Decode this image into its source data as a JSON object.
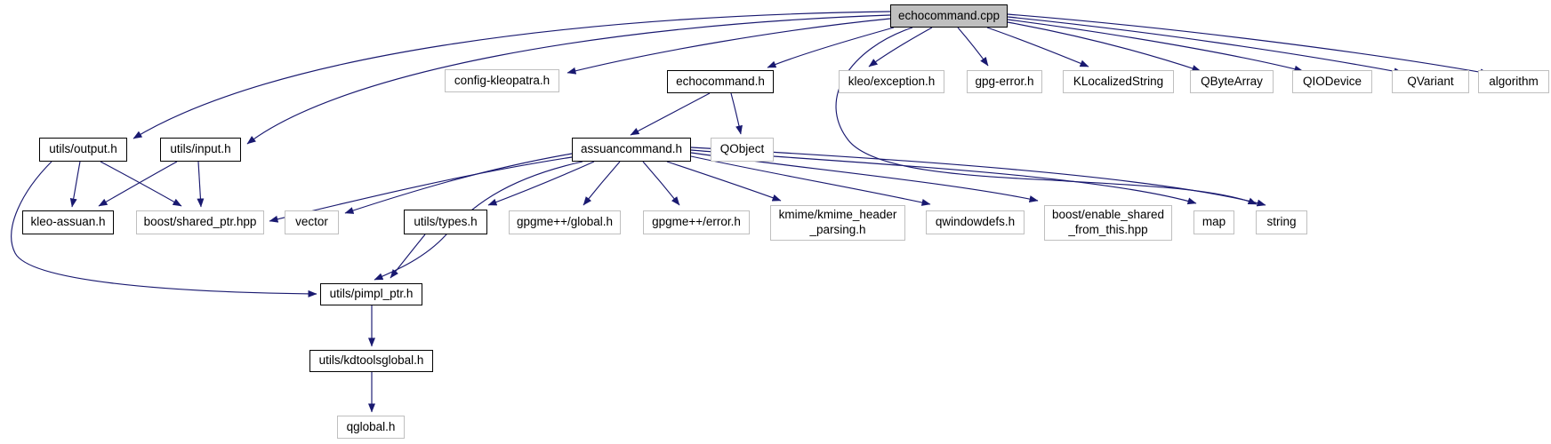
{
  "graph": {
    "kind": "include-dependency-graph",
    "root_file": "echocommand.cpp",
    "colors": {
      "edge": "#191970",
      "documented_border": "#000000",
      "external_border": "#bfbfbf",
      "root_fill": "#bfbfbf",
      "node_fill": "#ffffff",
      "background": "#ffffff"
    }
  },
  "nodes": [
    {
      "id": "echocommand-cpp",
      "label": "echocommand.cpp",
      "type": "root"
    },
    {
      "id": "config-kleopatra-h",
      "label": "config-kleopatra.h",
      "type": "external"
    },
    {
      "id": "echocommand-h",
      "label": "echocommand.h",
      "type": "documented"
    },
    {
      "id": "kleo-exception-h",
      "label": "kleo/exception.h",
      "type": "external"
    },
    {
      "id": "gpg-error-h",
      "label": "gpg-error.h",
      "type": "external"
    },
    {
      "id": "klocalizedstring",
      "label": "KLocalizedString",
      "type": "external"
    },
    {
      "id": "qbytearray",
      "label": "QByteArray",
      "type": "external"
    },
    {
      "id": "qiodevice",
      "label": "QIODevice",
      "type": "external"
    },
    {
      "id": "qvariant",
      "label": "QVariant",
      "type": "external"
    },
    {
      "id": "algorithm",
      "label": "algorithm",
      "type": "external"
    },
    {
      "id": "utils-output-h",
      "label": "utils/output.h",
      "type": "documented"
    },
    {
      "id": "utils-input-h",
      "label": "utils/input.h",
      "type": "documented"
    },
    {
      "id": "assuancommand-h",
      "label": "assuancommand.h",
      "type": "documented"
    },
    {
      "id": "qobject",
      "label": "QObject",
      "type": "external"
    },
    {
      "id": "kleo-assuan-h",
      "label": "kleo-assuan.h",
      "type": "documented"
    },
    {
      "id": "boost-shared-ptr-hpp",
      "label": "boost/shared_ptr.hpp",
      "type": "external"
    },
    {
      "id": "vector",
      "label": "vector",
      "type": "external"
    },
    {
      "id": "utils-types-h",
      "label": "utils/types.h",
      "type": "documented"
    },
    {
      "id": "gpgme-global-h",
      "label": "gpgme++/global.h",
      "type": "external"
    },
    {
      "id": "gpgme-error-h",
      "label": "gpgme++/error.h",
      "type": "external"
    },
    {
      "id": "kmime-header-parsing-h",
      "label": "kmime/kmime_header\n_parsing.h",
      "type": "external"
    },
    {
      "id": "qwindowdefs-h",
      "label": "qwindowdefs.h",
      "type": "external"
    },
    {
      "id": "boost-enable-shared-from-this-hpp",
      "label": "boost/enable_shared\n_from_this.hpp",
      "type": "external"
    },
    {
      "id": "map",
      "label": "map",
      "type": "external"
    },
    {
      "id": "string",
      "label": "string",
      "type": "external"
    },
    {
      "id": "utils-pimpl-ptr-h",
      "label": "utils/pimpl_ptr.h",
      "type": "documented"
    },
    {
      "id": "utils-kdtoolsglobal-h",
      "label": "utils/kdtoolsglobal.h",
      "type": "documented"
    },
    {
      "id": "qglobal-h",
      "label": "qglobal.h",
      "type": "external"
    }
  ],
  "edges": [
    {
      "from": "echocommand-cpp",
      "to": "config-kleopatra-h"
    },
    {
      "from": "echocommand-cpp",
      "to": "echocommand-h"
    },
    {
      "from": "echocommand-cpp",
      "to": "kleo-exception-h"
    },
    {
      "from": "echocommand-cpp",
      "to": "gpg-error-h"
    },
    {
      "from": "echocommand-cpp",
      "to": "klocalizedstring"
    },
    {
      "from": "echocommand-cpp",
      "to": "qbytearray"
    },
    {
      "from": "echocommand-cpp",
      "to": "qiodevice"
    },
    {
      "from": "echocommand-cpp",
      "to": "qvariant"
    },
    {
      "from": "echocommand-cpp",
      "to": "algorithm"
    },
    {
      "from": "echocommand-cpp",
      "to": "utils-input-h"
    },
    {
      "from": "echocommand-cpp",
      "to": "utils-output-h"
    },
    {
      "from": "echocommand-cpp",
      "to": "string"
    },
    {
      "from": "echocommand-h",
      "to": "assuancommand-h"
    },
    {
      "from": "echocommand-h",
      "to": "qobject"
    },
    {
      "from": "utils-output-h",
      "to": "kleo-assuan-h"
    },
    {
      "from": "utils-output-h",
      "to": "boost-shared-ptr-hpp"
    },
    {
      "from": "utils-output-h",
      "to": "utils-pimpl-ptr-h"
    },
    {
      "from": "utils-input-h",
      "to": "kleo-assuan-h"
    },
    {
      "from": "utils-input-h",
      "to": "boost-shared-ptr-hpp"
    },
    {
      "from": "assuancommand-h",
      "to": "boost-shared-ptr-hpp"
    },
    {
      "from": "assuancommand-h",
      "to": "vector"
    },
    {
      "from": "assuancommand-h",
      "to": "utils-pimpl-ptr-h"
    },
    {
      "from": "assuancommand-h",
      "to": "utils-types-h"
    },
    {
      "from": "assuancommand-h",
      "to": "gpgme-global-h"
    },
    {
      "from": "assuancommand-h",
      "to": "gpgme-error-h"
    },
    {
      "from": "assuancommand-h",
      "to": "kmime-header-parsing-h"
    },
    {
      "from": "assuancommand-h",
      "to": "qwindowdefs-h"
    },
    {
      "from": "assuancommand-h",
      "to": "boost-enable-shared-from-this-hpp"
    },
    {
      "from": "assuancommand-h",
      "to": "map"
    },
    {
      "from": "assuancommand-h",
      "to": "string"
    },
    {
      "from": "utils-types-h",
      "to": "utils-pimpl-ptr-h"
    },
    {
      "from": "utils-pimpl-ptr-h",
      "to": "utils-kdtoolsglobal-h"
    },
    {
      "from": "utils-kdtoolsglobal-h",
      "to": "qglobal-h"
    }
  ]
}
